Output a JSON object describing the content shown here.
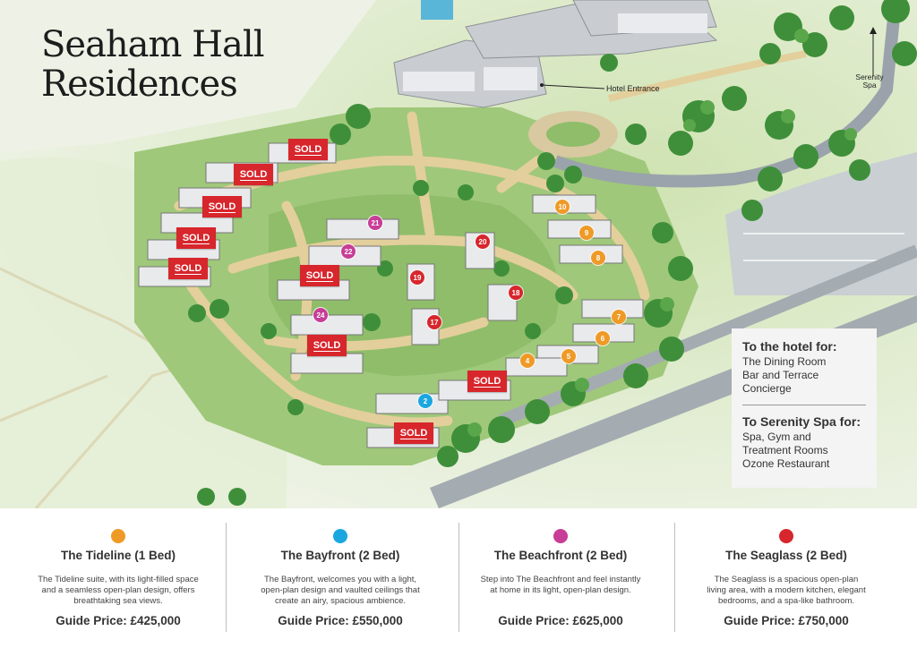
{
  "title": {
    "line1": "Seaham Hall",
    "line2": "Residences"
  },
  "map_labels": {
    "hotel_entrance": "Hotel Entrance",
    "serenity_spa": "Serenity Spa",
    "sold": "SOLD"
  },
  "sold_count": 9,
  "plots": [
    {
      "n": "10",
      "type": "tideline"
    },
    {
      "n": "9",
      "type": "tideline"
    },
    {
      "n": "8",
      "type": "tideline"
    },
    {
      "n": "7",
      "type": "tideline"
    },
    {
      "n": "6",
      "type": "tideline"
    },
    {
      "n": "5",
      "type": "tideline"
    },
    {
      "n": "4",
      "type": "tideline"
    },
    {
      "n": "21",
      "type": "beachfront"
    },
    {
      "n": "22",
      "type": "beachfront"
    },
    {
      "n": "24",
      "type": "beachfront"
    },
    {
      "n": "20",
      "type": "seaglass"
    },
    {
      "n": "19",
      "type": "seaglass"
    },
    {
      "n": "18",
      "type": "seaglass"
    },
    {
      "n": "17",
      "type": "seaglass"
    },
    {
      "n": "2",
      "type": "bayfront"
    }
  ],
  "info_box": {
    "hotel_heading": "To the hotel for:",
    "hotel_items": [
      "The Dining Room",
      "Bar and Terrace",
      "Concierge"
    ],
    "spa_heading": "To Serenity Spa for:",
    "spa_items": [
      "Spa, Gym and",
      "Treatment Rooms",
      "Ozone Restaurant"
    ]
  },
  "legend": [
    {
      "name": "The Tideline (1 Bed)",
      "color": "#ef9a27",
      "description": "The Tideline suite, with its light-filled space and a seamless open-plan design, offers breathtaking sea views.",
      "price": "Guide Price: £425,000"
    },
    {
      "name": "The Bayfront (2 Bed)",
      "color": "#1aa7e0",
      "description": "The Bayfront, welcomes you with a light, open-plan design and vaulted ceilings that create an airy, spacious ambience.",
      "price": "Guide Price: £550,000"
    },
    {
      "name": "The Beachfront (2 Bed)",
      "color": "#c73d97",
      "description": "Step into The Beachfront and feel instantly at home in its light, open-plan design.",
      "price": "Guide Price: £625,000"
    },
    {
      "name": "The Seaglass (2 Bed)",
      "color": "#d7262c",
      "description": "The Seaglass is a spacious open-plan living area, with a modern kitchen, elegant bedrooms, and a spa-like bathroom.",
      "price": "Guide Price: £750,000"
    }
  ]
}
